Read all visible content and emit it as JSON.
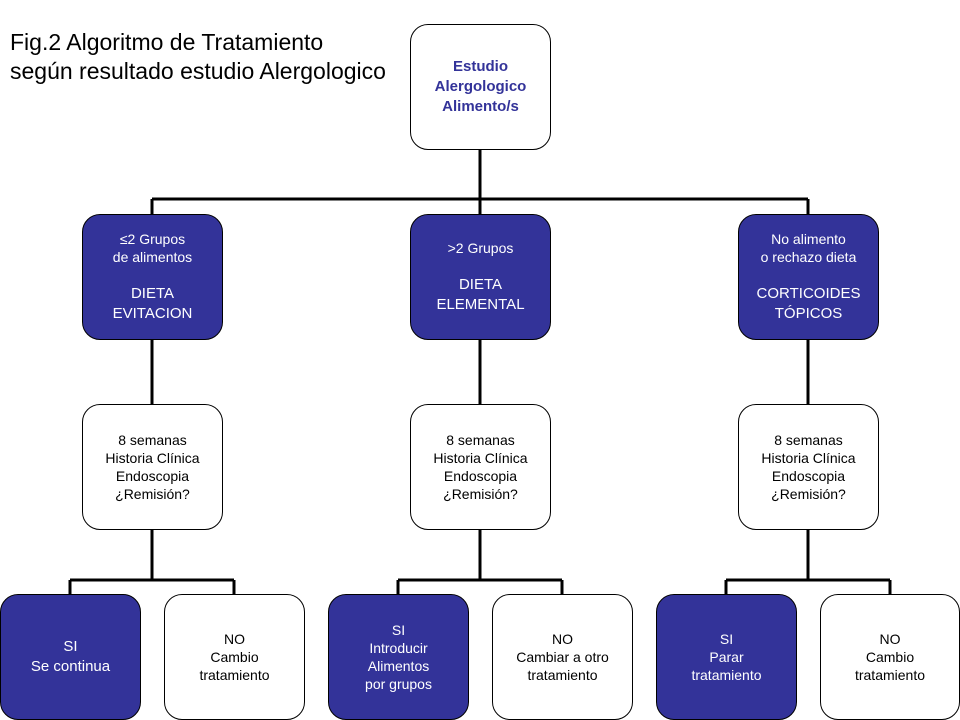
{
  "title": {
    "line1": "Fig.2 Algoritmo  de  Tratamiento",
    "line2": "según resultado estudio Alergologico"
  },
  "colors": {
    "dark_fill": "#333399",
    "dark_text": "#ffffff",
    "root_text": "#333399"
  },
  "root": {
    "lines": [
      "Estudio",
      "Alergologico",
      "Alimento/s"
    ]
  },
  "branches": [
    {
      "head": {
        "criteria": [
          "≤2 Grupos",
          "de alimentos"
        ],
        "treatment": [
          "DIETA",
          "EVITACION"
        ]
      },
      "evaluation": [
        "8 semanas",
        "Historia Clínica",
        "Endoscopia",
        "¿Remisión?"
      ],
      "yes": [
        "SI",
        "Se continua"
      ],
      "no": [
        "NO",
        "Cambio",
        "tratamiento"
      ]
    },
    {
      "head": {
        "criteria": [
          ">2 Grupos"
        ],
        "treatment": [
          "DIETA",
          "ELEMENTAL"
        ]
      },
      "evaluation": [
        "8 semanas",
        "Historia Clínica",
        "Endoscopia",
        "¿Remisión?"
      ],
      "yes": [
        "SI",
        "Introducir",
        "Alimentos",
        "por grupos"
      ],
      "no": [
        "NO",
        "Cambiar a otro",
        "tratamiento"
      ]
    },
    {
      "head": {
        "criteria": [
          "No alimento",
          "o rechazo dieta"
        ],
        "treatment": [
          "CORTICOIDES",
          "TÓPICOS"
        ]
      },
      "evaluation": [
        "8 semanas",
        "Historia Clínica",
        "Endoscopia",
        "¿Remisión?"
      ],
      "yes": [
        "SI",
        "Parar",
        "tratamiento"
      ],
      "no": [
        "NO",
        "Cambio",
        "tratamiento"
      ]
    }
  ]
}
